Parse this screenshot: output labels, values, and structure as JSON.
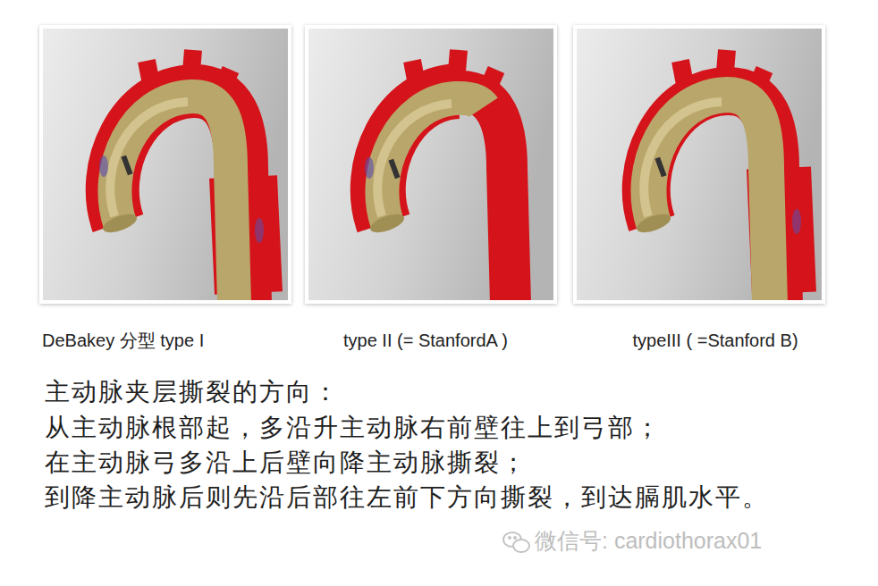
{
  "diagram": {
    "nodes": [
      {
        "text": [
          "DeBakey 分型 type I"
        ]
      },
      {
        "text": [
          "type II (= StanfordA )"
        ]
      },
      {
        "text": [
          "typeIII ( =Stanford B)"
        ]
      }
    ],
    "labels": [
      "主动脉夹层撕裂的方向：",
      "从主动脉根部起，多沿升主动脉右前壁往上到弓部；",
      "在主动脉弓多沿上后壁向降主动脉撕裂；",
      "到降主动脉后则先沿后部往左前下方向撕裂，到达膈肌水平。",
      "微信号: cardiothorax01"
    ]
  }
}
